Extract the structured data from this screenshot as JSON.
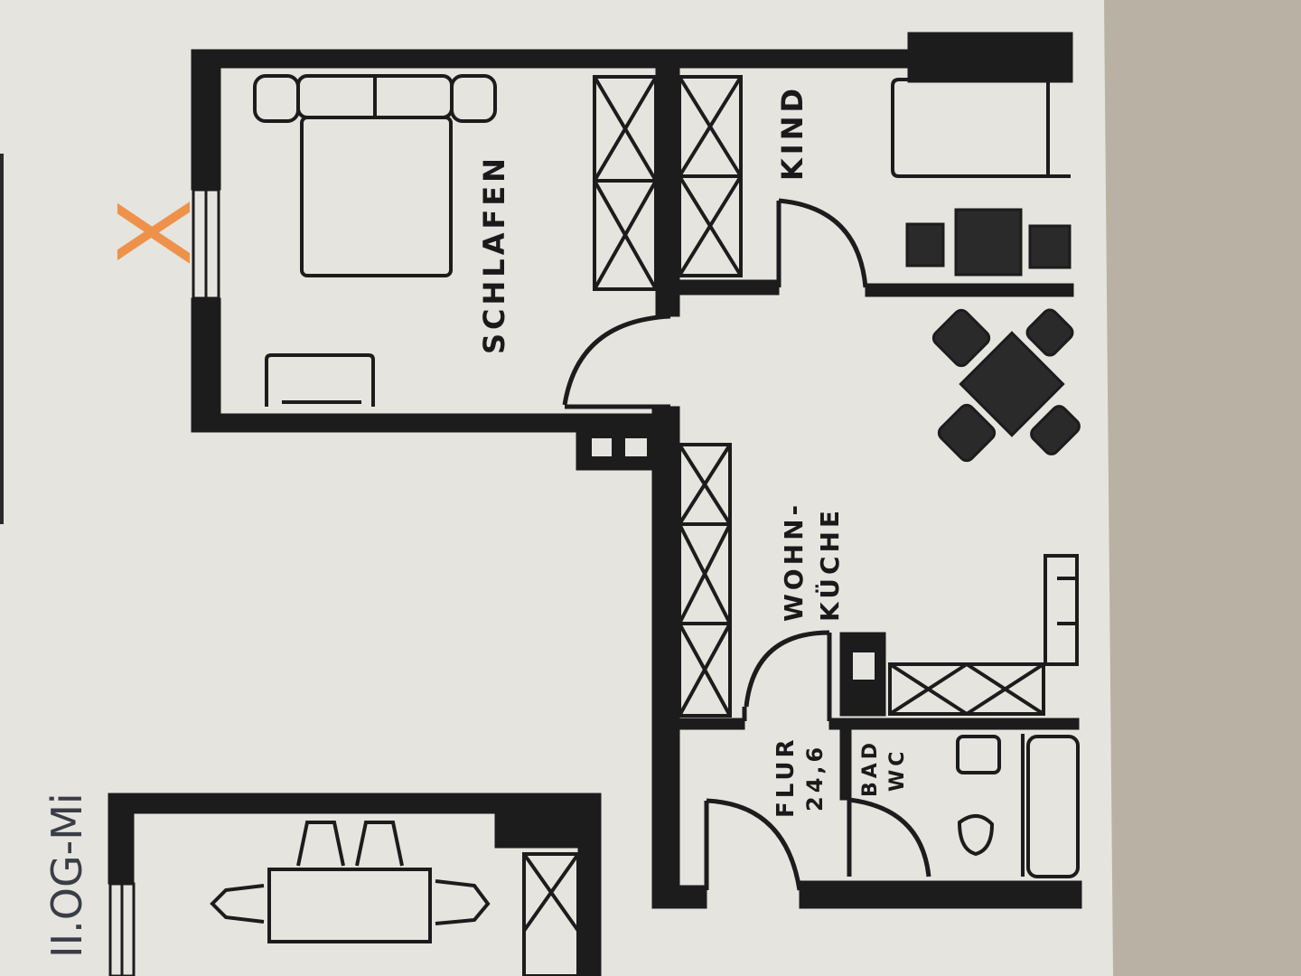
{
  "colors": {
    "paper": "#e5e4df",
    "background": "#c9c4b8",
    "wall": "#1c1c1c",
    "marker": "#f08a3c",
    "pencil": "#3a3d45"
  },
  "handwritten_note": "II.OG-Mi",
  "marker_symbol": "X",
  "rooms": {
    "schlafen": "SCHLAFEN",
    "kind": "KIND",
    "wohn": "WOHN-",
    "kueche": "KÜCHE",
    "flur": "FLUR",
    "flur_area": "24,6",
    "bad": "BAD",
    "wc": "WC"
  }
}
